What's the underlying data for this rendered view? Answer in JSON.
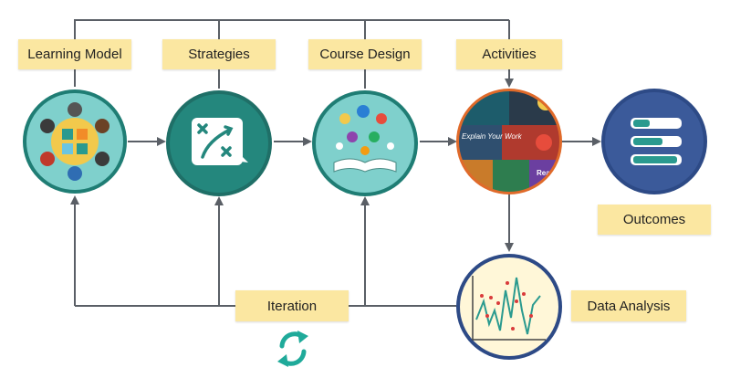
{
  "colors": {
    "line": "#5a5f66",
    "label_bg": "#fbe7a1",
    "teal": "#2a9a8f",
    "teal_dark": "#1f7d74",
    "light_teal": "#7fd0cc",
    "navy": "#3b5a9a",
    "cream": "#fff7d8",
    "orange_ring": "#e06a2a",
    "iteration_icon": "#1faa9a"
  },
  "nodes": {
    "learning_model": "Learning Model",
    "strategies": "Strategies",
    "course_design": "Course Design",
    "activities": "Activities",
    "outcomes": "Outcomes",
    "data_analysis": "Data Analysis",
    "iteration": "Iteration"
  },
  "activity_tiles": [
    "Explain Your Work",
    "Read"
  ],
  "icons": [
    "team-puzzle-icon",
    "strategy-play-icon",
    "book-ideas-icon",
    "activities-collage-icon",
    "outcomes-list-icon",
    "line-chart-icon",
    "refresh-icon"
  ]
}
